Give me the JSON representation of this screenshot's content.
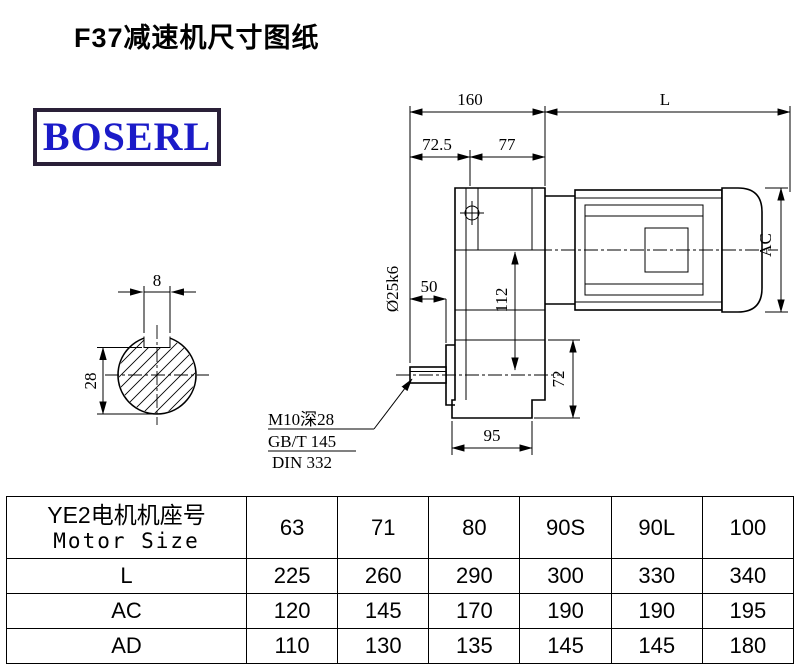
{
  "page": {
    "title": "F37减速机尺寸图纸",
    "logo_text": "BOSERL"
  },
  "colors": {
    "logo_text": "#1b1bc8",
    "logo_border": "#2a2038",
    "ink": "#000000"
  },
  "drawing": {
    "dim_160": "160",
    "dim_L": "L",
    "dim_72_5": "72.5",
    "dim_77": "77",
    "dim_shaft_dia": "Ø25k6",
    "dim_50": "50",
    "dim_112": "112",
    "dim_72": "72",
    "dim_95": "95",
    "dim_AC": "AC",
    "dim_key_width": "8",
    "dim_key_height": "28",
    "note_m10": "M10深28",
    "note_gbt": "GB/T 145",
    "note_din": "DIN 332"
  },
  "table": {
    "header_cn": "YE2电机机座号",
    "header_en": "Motor Size",
    "sizes": [
      "63",
      "71",
      "80",
      "90S",
      "90L",
      "100"
    ],
    "rows": [
      {
        "label": "L",
        "values": [
          "225",
          "260",
          "290",
          "300",
          "330",
          "340"
        ]
      },
      {
        "label": "AC",
        "values": [
          "120",
          "145",
          "170",
          "190",
          "190",
          "195"
        ]
      },
      {
        "label": "AD",
        "values": [
          "110",
          "130",
          "135",
          "145",
          "145",
          "180"
        ]
      }
    ]
  }
}
